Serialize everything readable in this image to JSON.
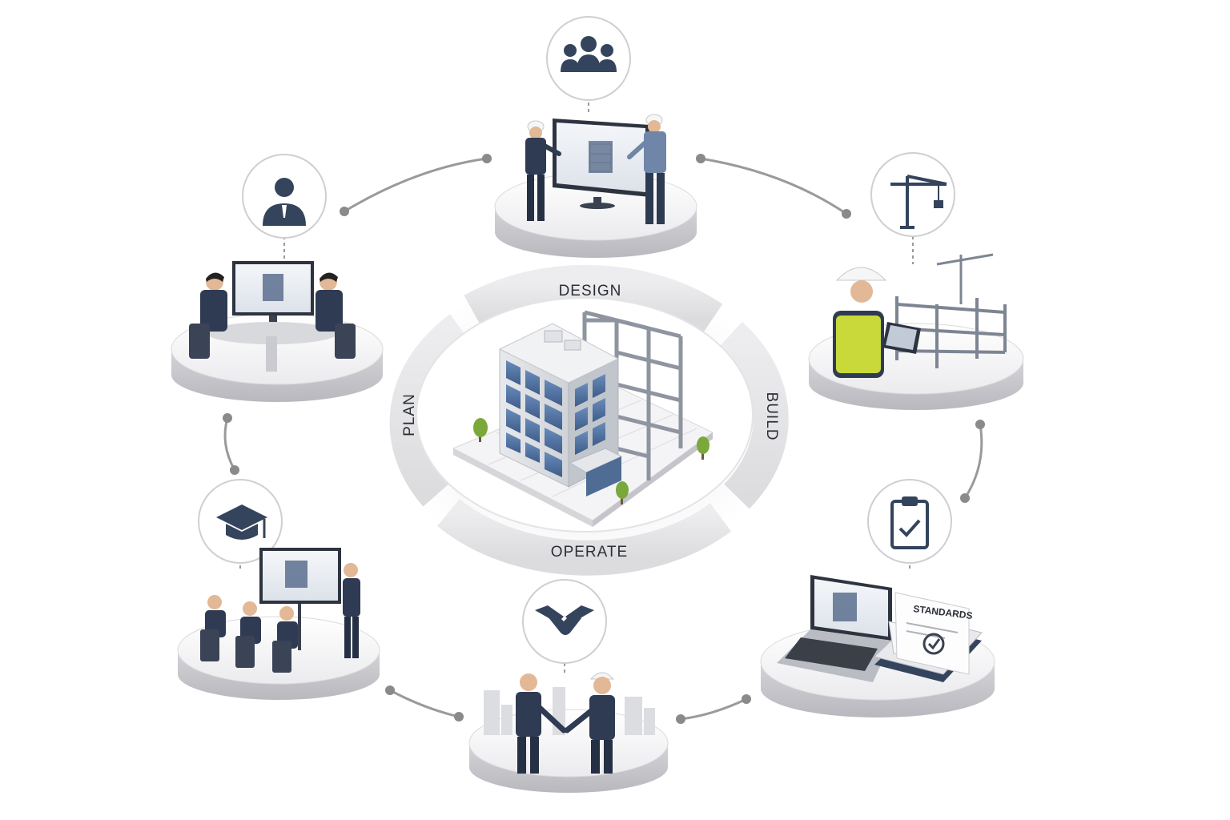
{
  "lifecycle": {
    "design_label": "DESIGN",
    "build_label": "BUILD",
    "operate_label": "OPERATE",
    "plan_label": "PLAN"
  },
  "standards_book": {
    "title": "STANDARDS"
  },
  "nodes": [
    {
      "id": "collaboration",
      "icon": "team-icon"
    },
    {
      "id": "construction",
      "icon": "crane-icon"
    },
    {
      "id": "standards",
      "icon": "clipboard-check-icon"
    },
    {
      "id": "partnership",
      "icon": "handshake-icon"
    },
    {
      "id": "training",
      "icon": "graduation-cap-icon"
    },
    {
      "id": "planning",
      "icon": "person-icon"
    }
  ],
  "colors": {
    "navy": "#34445c",
    "steel": "#5c6b80",
    "glass": "#4a6a96",
    "connector": "#9a9a9a",
    "platform": "#f2f2f4",
    "ring": "#e6e6e8",
    "vest": "#c9d93a",
    "tree": "#7aa83a"
  }
}
